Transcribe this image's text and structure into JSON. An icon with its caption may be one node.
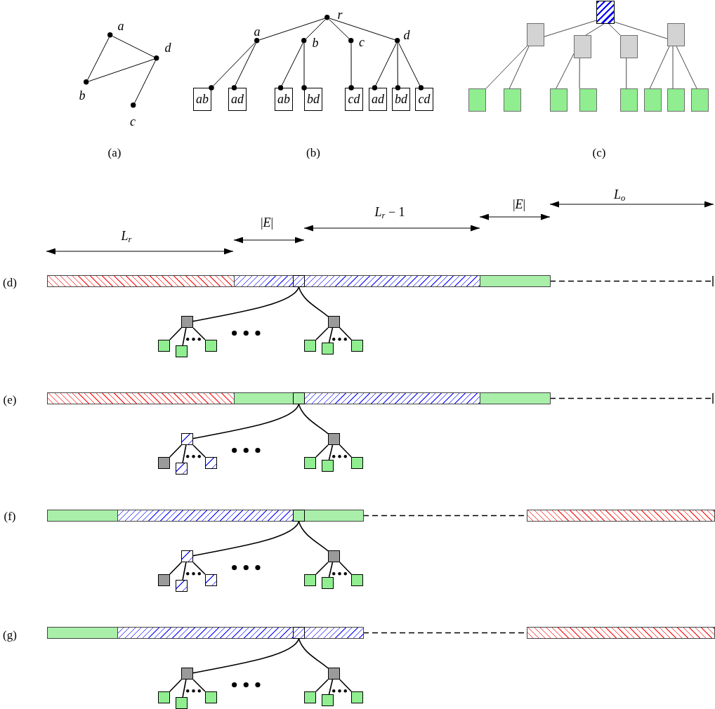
{
  "diagram": {
    "nodes": [
      {
        "text": [],
        "shape": "circle",
        "beside": [
          "a"
        ]
      },
      {
        "text": [],
        "shape": "circle",
        "beside": [
          "d"
        ]
      },
      {
        "text": [],
        "shape": "circle",
        "beside": [
          "b"
        ]
      },
      {
        "text": [],
        "shape": "circle",
        "beside": [
          "c"
        ]
      },
      {
        "text": [],
        "shape": "circle",
        "beside": [
          "r"
        ]
      },
      {
        "text": [],
        "shape": "circle",
        "beside": [
          "a"
        ]
      },
      {
        "text": [],
        "shape": "circle",
        "beside": [
          "b"
        ]
      },
      {
        "text": [],
        "shape": "circle",
        "beside": [
          "c"
        ]
      },
      {
        "text": [],
        "shape": "circle",
        "beside": [
          "d"
        ]
      },
      {
        "text": [
          "ab"
        ]
      },
      {
        "text": [
          "ad"
        ]
      },
      {
        "text": [
          "ab"
        ]
      },
      {
        "text": [
          "bd"
        ]
      },
      {
        "text": [
          "cd"
        ]
      },
      {
        "text": [
          "ad"
        ]
      },
      {
        "text": [
          "bd"
        ]
      },
      {
        "text": [
          "cd"
        ]
      },
      {
        "text": [],
        "shape": "box"
      },
      {
        "text": [],
        "shape": "box"
      },
      {
        "text": [],
        "shape": "box"
      },
      {
        "text": [],
        "shape": "box"
      },
      {
        "text": [],
        "shape": "box"
      },
      {
        "text": [],
        "shape": "box"
      },
      {
        "text": [],
        "shape": "box"
      },
      {
        "text": [],
        "shape": "box"
      },
      {
        "text": [],
        "shape": "box"
      },
      {
        "text": [],
        "shape": "box"
      },
      {
        "text": [],
        "shape": "box"
      },
      {
        "text": [],
        "shape": "box"
      },
      {
        "text": [],
        "shape": "box"
      },
      {
        "text": [],
        "shape": "bar"
      },
      {
        "text": [],
        "shape": "box"
      },
      {
        "text": [],
        "shape": "box"
      },
      {
        "text": [],
        "shape": "box"
      },
      {
        "text": [],
        "shape": "box"
      },
      {
        "text": [],
        "shape": "box"
      },
      {
        "text": [],
        "shape": "box"
      },
      {
        "text": [],
        "shape": "box"
      },
      {
        "text": [],
        "shape": "box"
      },
      {
        "text": [],
        "shape": "bar"
      },
      {
        "text": [],
        "shape": "box"
      },
      {
        "text": [],
        "shape": "box"
      },
      {
        "text": [],
        "shape": "box"
      },
      {
        "text": [],
        "shape": "box"
      },
      {
        "text": [],
        "shape": "box"
      },
      {
        "text": [],
        "shape": "box"
      },
      {
        "text": [],
        "shape": "box"
      },
      {
        "text": [],
        "shape": "box"
      },
      {
        "text": [],
        "shape": "bar"
      },
      {
        "text": [],
        "shape": "box"
      },
      {
        "text": [],
        "shape": "box"
      },
      {
        "text": [],
        "shape": "box"
      },
      {
        "text": [],
        "shape": "box"
      },
      {
        "text": [],
        "shape": "box"
      },
      {
        "text": [],
        "shape": "box"
      },
      {
        "text": [],
        "shape": "box"
      },
      {
        "text": [],
        "shape": "box"
      },
      {
        "text": [],
        "shape": "bar"
      },
      {
        "text": [],
        "shape": "box"
      },
      {
        "text": [],
        "shape": "box"
      },
      {
        "text": [],
        "shape": "box"
      },
      {
        "text": [],
        "shape": "box"
      },
      {
        "text": [],
        "shape": "box"
      },
      {
        "text": [],
        "shape": "box"
      },
      {
        "text": [],
        "shape": "box"
      },
      {
        "text": [],
        "shape": "box"
      }
    ],
    "edges": [
      {
        "from": 0,
        "to": 2,
        "arrow": "none"
      },
      {
        "from": 0,
        "to": 1,
        "arrow": "none"
      },
      {
        "from": 2,
        "to": 1,
        "arrow": "none"
      },
      {
        "from": 1,
        "to": 3,
        "arrow": "none"
      },
      {
        "from": 4,
        "to": 5,
        "arrow": "none"
      },
      {
        "from": 4,
        "to": 6,
        "arrow": "none"
      },
      {
        "from": 4,
        "to": 7,
        "arrow": "none"
      },
      {
        "from": 4,
        "to": 8,
        "arrow": "none"
      },
      {
        "from": 5,
        "to": 9,
        "arrow": "other"
      },
      {
        "from": 5,
        "to": 10,
        "arrow": "other"
      },
      {
        "from": 6,
        "to": 11,
        "arrow": "other"
      },
      {
        "from": 6,
        "to": 12,
        "arrow": "other"
      },
      {
        "from": 7,
        "to": 13,
        "arrow": "other"
      },
      {
        "from": 8,
        "to": 14,
        "arrow": "other"
      },
      {
        "from": 8,
        "to": 15,
        "arrow": "other"
      },
      {
        "from": 8,
        "to": 16,
        "arrow": "other"
      },
      {
        "from": 17,
        "to": 18,
        "arrow": "none"
      },
      {
        "from": 17,
        "to": 19,
        "arrow": "none"
      },
      {
        "from": 17,
        "to": 20,
        "arrow": "none"
      },
      {
        "from": 17,
        "to": 21,
        "arrow": "none"
      },
      {
        "from": 18,
        "to": 22,
        "arrow": "none"
      },
      {
        "from": 18,
        "to": 23,
        "arrow": "none"
      },
      {
        "from": 19,
        "to": 24,
        "arrow": "none"
      },
      {
        "from": 19,
        "to": 25,
        "arrow": "none"
      },
      {
        "from": 20,
        "to": 26,
        "arrow": "none"
      },
      {
        "from": 21,
        "to": 27,
        "arrow": "none"
      },
      {
        "from": 21,
        "to": 28,
        "arrow": "none"
      },
      {
        "from": 21,
        "to": 29,
        "arrow": "none"
      },
      {
        "from": 30,
        "to": 31,
        "arrow": "none"
      },
      {
        "from": 30,
        "to": 35,
        "arrow": "none"
      },
      {
        "from": 31,
        "to": 32,
        "arrow": "none"
      },
      {
        "from": 31,
        "to": 33,
        "arrow": "none"
      },
      {
        "from": 31,
        "to": 34,
        "arrow": "none"
      },
      {
        "from": 35,
        "to": 36,
        "arrow": "none"
      },
      {
        "from": 35,
        "to": 37,
        "arrow": "none"
      },
      {
        "from": 35,
        "to": 38,
        "arrow": "none"
      },
      {
        "from": 39,
        "to": 40,
        "arrow": "none"
      },
      {
        "from": 39,
        "to": 44,
        "arrow": "none"
      },
      {
        "from": 40,
        "to": 41,
        "arrow": "none"
      },
      {
        "from": 40,
        "to": 42,
        "arrow": "none"
      },
      {
        "from": 40,
        "to": 43,
        "arrow": "none"
      },
      {
        "from": 44,
        "to": 45,
        "arrow": "none"
      },
      {
        "from": 44,
        "to": 46,
        "arrow": "none"
      },
      {
        "from": 44,
        "to": 47,
        "arrow": "none"
      },
      {
        "from": 48,
        "to": 49,
        "arrow": "none"
      },
      {
        "from": 48,
        "to": 53,
        "arrow": "none"
      },
      {
        "from": 49,
        "to": 50,
        "arrow": "none"
      },
      {
        "from": 49,
        "to": 51,
        "arrow": "none"
      },
      {
        "from": 49,
        "to": 52,
        "arrow": "none"
      },
      {
        "from": 53,
        "to": 54,
        "arrow": "none"
      },
      {
        "from": 53,
        "to": 55,
        "arrow": "none"
      },
      {
        "from": 53,
        "to": 56,
        "arrow": "none"
      },
      {
        "from": 57,
        "to": 58,
        "arrow": "none"
      },
      {
        "from": 57,
        "to": 62,
        "arrow": "none"
      },
      {
        "from": 58,
        "to": 59,
        "arrow": "none"
      },
      {
        "from": 58,
        "to": 60,
        "arrow": "none"
      },
      {
        "from": 58,
        "to": 61,
        "arrow": "none"
      },
      {
        "from": 62,
        "to": 63,
        "arrow": "none"
      },
      {
        "from": 62,
        "to": 64,
        "arrow": "none"
      },
      {
        "from": 62,
        "to": 65,
        "arrow": "none"
      }
    ],
    "labels": [
      "(a)",
      "(b)",
      "(c)",
      "*L*$_{r}$",
      "|*E*|",
      "*L*$_{r}$ − 1",
      "|*E*|",
      "*L*$_{o}$",
      "(d)",
      "(e)",
      "(f)",
      "(g)"
    ]
  }
}
